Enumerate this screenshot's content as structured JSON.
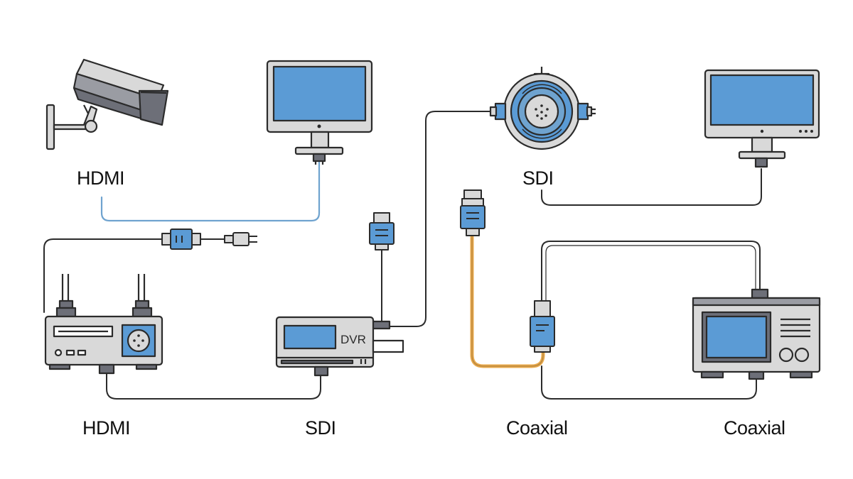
{
  "labels": {
    "hdmi_top": "HDMI",
    "sdi_top": "SDI",
    "hdmi_bottom": "HDMI",
    "sdi_bottom": "SDI",
    "coaxial_left": "Coaxial",
    "coaxial_right": "Coaxial"
  },
  "devices": {
    "dvr_text": "DVR"
  },
  "icons": [
    "security-camera-icon",
    "monitor-icon",
    "dome-camera-icon",
    "router-icon",
    "dvr-icon",
    "broadcast-monitor-icon",
    "hdmi-connector-icon",
    "plug-icon",
    "coaxial-connector-icon"
  ],
  "colors": {
    "outline": "#2b2b2b",
    "screen": "#5b9bd5",
    "device_gray": "#d9d9d9",
    "dark_gray": "#6d6f78",
    "cable": "#2b2b2b",
    "accent_cable": "#6fa3cf",
    "coax_cable": "#e8a84a"
  }
}
